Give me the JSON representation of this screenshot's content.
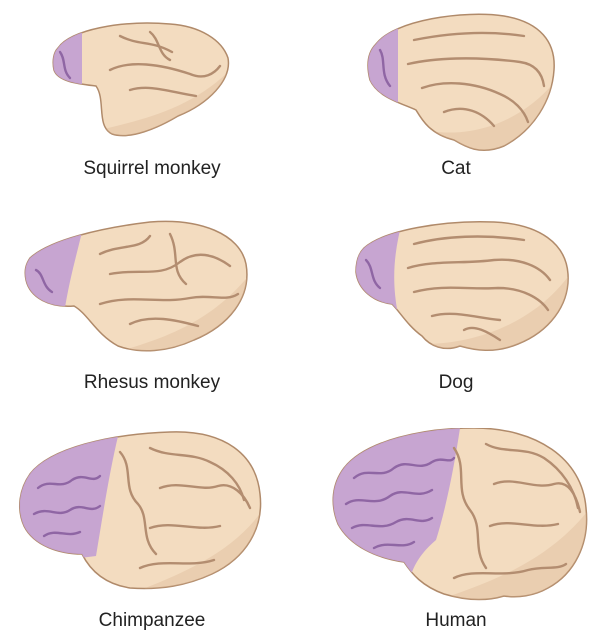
{
  "colors": {
    "cortex": "#f3dcc0",
    "cortex_shade": "#d9b592",
    "outline": "#b08a6a",
    "gyri": "#b38d70",
    "prefrontal": "#c4a1d2",
    "prefrontal_gyri": "#8f66a4"
  },
  "brains": [
    {
      "label": "Squirrel monkey",
      "prefrontal_fraction": 0.12
    },
    {
      "label": "Cat",
      "prefrontal_fraction": 0.11
    },
    {
      "label": "Rhesus monkey",
      "prefrontal_fraction": 0.2
    },
    {
      "label": "Dog",
      "prefrontal_fraction": 0.14
    },
    {
      "label": "Chimpanzee",
      "prefrontal_fraction": 0.33
    },
    {
      "label": "Human",
      "prefrontal_fraction": 0.46
    }
  ]
}
